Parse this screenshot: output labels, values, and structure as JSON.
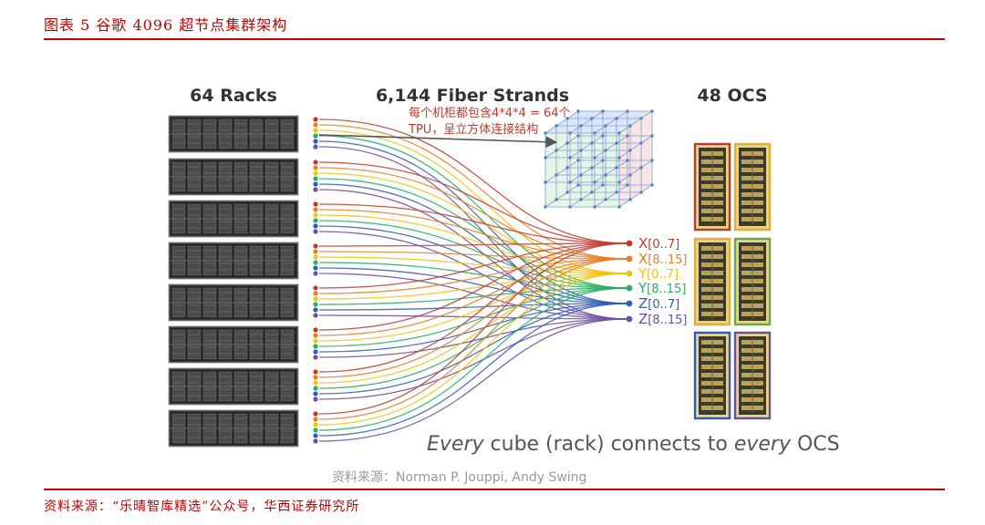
{
  "figure": {
    "title": "图表 5 谷歌 4096 超节点集群架构",
    "source": "资料来源：“乐晴智库精选”公众号，华西证券研究所"
  },
  "diagram": {
    "headers": {
      "racks": "64 Racks",
      "fibers": "6,144 Fiber Strands",
      "ocs": "48 OCS"
    },
    "annotation": {
      "line1": "每个机柜都包含4*4*4 = 64个",
      "line2": "TPU，呈立方体连接结构"
    },
    "ports": [
      {
        "axis": "X",
        "range": "[0..7]",
        "color": "#c0392b"
      },
      {
        "axis": "X",
        "range": "[8..15]",
        "color": "#e67e22"
      },
      {
        "axis": "Y",
        "range": "[0..7]",
        "color": "#f1c40f"
      },
      {
        "axis": "Y",
        "range": "[8..15]",
        "color": "#27ae60"
      },
      {
        "axis": "Z",
        "range": "[0..7]",
        "color": "#2e5cb8"
      },
      {
        "axis": "Z",
        "range": "[8..15]",
        "color": "#6c4fa0"
      }
    ],
    "caption": {
      "w1": "Every",
      "w2": " cube (rack) connects to ",
      "w3": "every",
      "w4": " OCS"
    },
    "source_line": "资料来源：Norman P. Jouppi, Andy Swing",
    "ocs_frame_colors": [
      "#c0392b",
      "#e0b030",
      "#e0b030",
      "#6aa84f",
      "#2e5cb8",
      "#6c4fa0"
    ]
  }
}
